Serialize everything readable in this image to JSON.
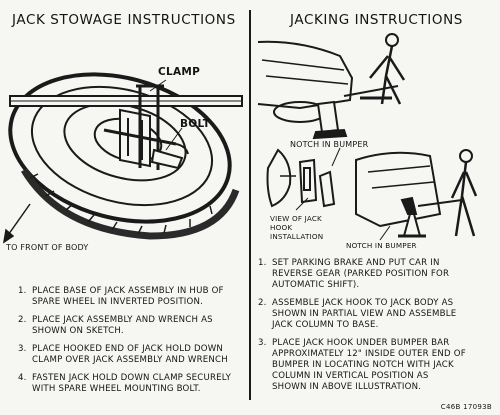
{
  "stowage": {
    "title": "JACK STOWAGE INSTRUCTIONS",
    "labels": {
      "clamp": "CLAMP",
      "bolt": "BOLT",
      "front": "TO FRONT OF BODY"
    },
    "steps": [
      {
        "num": "1.",
        "text": "PLACE BASE OF JACK ASSEMBLY IN HUB OF\nSPARE WHEEL IN INVERTED POSITION."
      },
      {
        "num": "2.",
        "text": "PLACE JACK ASSEMBLY AND WRENCH AS\nSHOWN ON SKETCH."
      },
      {
        "num": "3.",
        "text": "PLACE HOOKED END OF JACK HOLD DOWN\nCLAMP OVER JACK ASSEMBLY AND WRENCH"
      },
      {
        "num": "4.",
        "text": "FASTEN JACK HOLD DOWN CLAMP SECURELY\nWITH SPARE WHEEL MOUNTING BOLT."
      }
    ]
  },
  "jacking": {
    "title": "JACKING  INSTRUCTIONS",
    "labels": {
      "notch_top": "NOTCH IN BUMPER",
      "view_hook": "VIEW OF JACK\nHOOK\nINSTALLATION",
      "notch_bottom": "NOTCH IN BUMPER"
    },
    "steps": [
      {
        "num": "1.",
        "text": "SET PARKING BRAKE AND PUT CAR IN\nREVERSE GEAR (PARKED POSITION FOR\nAUTOMATIC SHIFT)."
      },
      {
        "num": "2.",
        "text": "ASSEMBLE JACK HOOK TO JACK BODY AS\nSHOWN IN PARTIAL VIEW AND ASSEMBLE\nJACK COLUMN TO BASE."
      },
      {
        "num": "3.",
        "text": "PLACE JACK HOOK UNDER BUMPER BAR\nAPPROXIMATELY 12\" INSIDE OUTER END OF\nBUMPER IN LOCATING NOTCH WITH JACK\nCOLUMN IN VERTICAL POSITION AS\nSHOWN IN ABOVE ILLUSTRATION."
      }
    ]
  },
  "part_number": "C46B 17093B"
}
